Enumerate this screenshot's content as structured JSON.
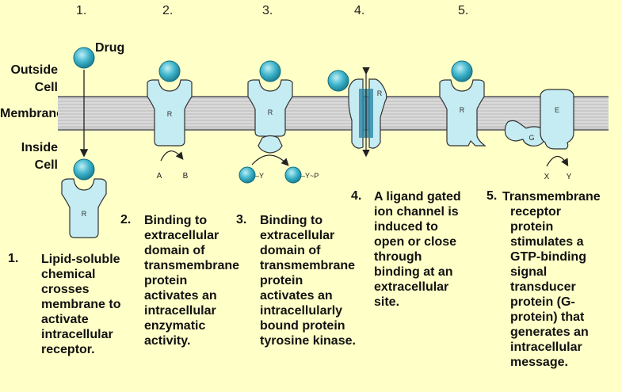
{
  "step_numbers": [
    "1.",
    "2.",
    "3.",
    "4.",
    "5."
  ],
  "labels": {
    "drug": "Drug",
    "outside_cell": [
      "Outside",
      "Cell"
    ],
    "membrane": "Membrane",
    "inside_cell": [
      "Inside",
      "Cell"
    ]
  },
  "receptor_letter": "R",
  "effector_letter": "E",
  "g_protein_letter": "G",
  "enzyme_sub": {
    "a": "A",
    "b": "B"
  },
  "kinase_sub": {
    "y": "Y",
    "yp": "Y~P"
  },
  "effector_sub": {
    "x": "X",
    "y": "Y"
  },
  "captions": [
    {
      "num": "1.",
      "lines": [
        "Lipid-soluble",
        "chemical",
        "crosses",
        "membrane to",
        "activate",
        "intracellular",
        "receptor."
      ]
    },
    {
      "num": "2.",
      "lines": [
        "Binding to",
        "extracellular",
        "domain of",
        "transmembrane",
        "protein",
        "activates an",
        "intracellular",
        "enzymatic",
        "activity."
      ]
    },
    {
      "num": "3.",
      "lines": [
        "Binding to",
        "extracellular",
        "domain of",
        "transmembrane",
        "protein",
        "activates an",
        "intracellularly",
        "bound protein",
        "tyrosine kinase."
      ]
    },
    {
      "num": "4.",
      "lines": [
        "A ligand gated",
        "ion channel is",
        "induced to",
        "open or close",
        "through",
        "binding at an",
        "extracellular",
        "site."
      ]
    },
    {
      "num": "5.",
      "lines": [
        "Transmembrane",
        "receptor",
        "protein",
        "stimulates a",
        "GTP-binding",
        "signal",
        "transducer",
        "protein (G-",
        "protein) that",
        "generates an",
        "intracellular",
        "message."
      ]
    }
  ]
}
